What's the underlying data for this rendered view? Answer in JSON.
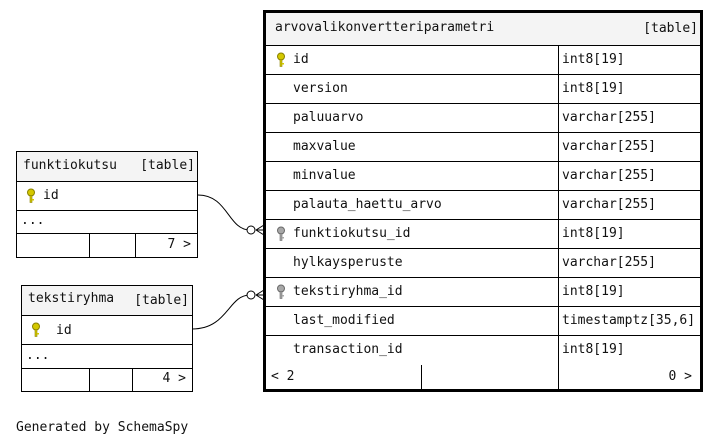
{
  "main_table": {
    "name": "arvovalikonvertteriparametri",
    "type_tag": "[table]",
    "columns": [
      {
        "name": "id",
        "type": "int8[19]",
        "key": "primary"
      },
      {
        "name": "version",
        "type": "int8[19]",
        "key": ""
      },
      {
        "name": "paluuarvo",
        "type": "varchar[255]",
        "key": ""
      },
      {
        "name": "maxvalue",
        "type": "varchar[255]",
        "key": ""
      },
      {
        "name": "minvalue",
        "type": "varchar[255]",
        "key": ""
      },
      {
        "name": "palauta_haettu_arvo",
        "type": "varchar[255]",
        "key": ""
      },
      {
        "name": "funktiokutsu_id",
        "type": "int8[19]",
        "key": "foreign"
      },
      {
        "name": "hylkaysperuste",
        "type": "varchar[255]",
        "key": ""
      },
      {
        "name": "tekstiryhma_id",
        "type": "int8[19]",
        "key": "foreign"
      },
      {
        "name": "last_modified",
        "type": "timestamptz[35,6]",
        "key": ""
      },
      {
        "name": "transaction_id",
        "type": "int8[19]",
        "key": ""
      }
    ],
    "footer_left": "< 2",
    "footer_right": "0 >"
  },
  "funktiokutsu_table": {
    "name": "funktiokutsu",
    "type_tag": "[table]",
    "key_column": "id",
    "more": "...",
    "footer_right": "7 >"
  },
  "tekstiryhma_table": {
    "name": "tekstiryhma",
    "type_tag": "[table]",
    "key_column": "id",
    "more": "...",
    "footer_right": "4 >"
  },
  "generated_by": "Generated by SchemaSpy",
  "colors": {
    "primary_key": "#d4c800",
    "foreign_key": "#a8a8a8",
    "header_bg": "#f4f4f4",
    "border": "#000000"
  }
}
